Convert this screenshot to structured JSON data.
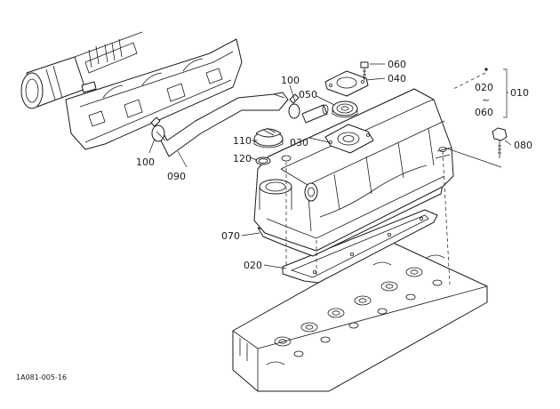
{
  "figure_ref": "1A081-005-16",
  "callouts": [
    {
      "id": "010",
      "part": "cylinder-head-cover-assembly"
    },
    {
      "id": "020",
      "part": "gasket"
    },
    {
      "id": "030",
      "part": "breather-plate"
    },
    {
      "id": "040",
      "part": "breather-cover"
    },
    {
      "id": "050",
      "part": "breather-element"
    },
    {
      "id": "060",
      "part": "bolt"
    },
    {
      "id": "070",
      "part": "cover-gasket"
    },
    {
      "id": "080",
      "part": "cap-nut"
    },
    {
      "id": "090",
      "part": "breather-hose"
    },
    {
      "id": "100",
      "part": "hose-clamp"
    },
    {
      "id": "110",
      "part": "oil-filler-cap"
    },
    {
      "id": "120",
      "part": "o-ring"
    }
  ],
  "range_label": {
    "from": "020",
    "separator": "~",
    "to": "060",
    "group": "010"
  },
  "colors": {
    "ink": "#1a1a1a",
    "paper": "#ffffff"
  }
}
